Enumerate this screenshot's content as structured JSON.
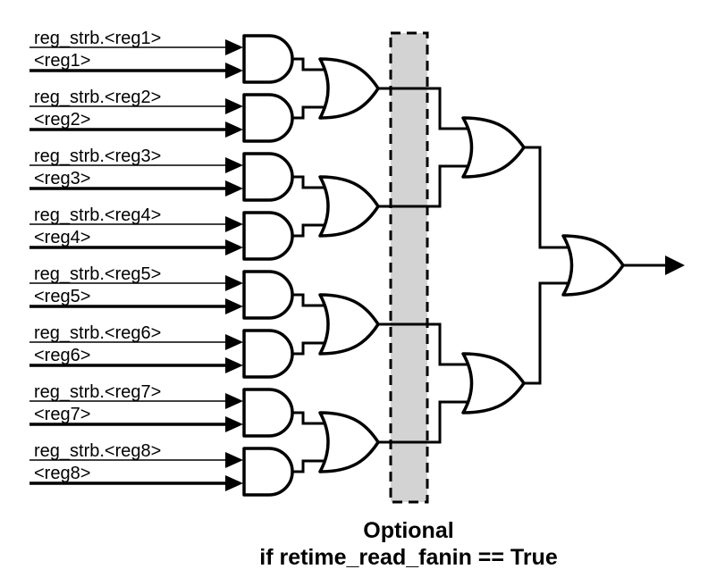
{
  "diagram": {
    "inputs": [
      {
        "strb_label": "reg_strb.<reg1>",
        "reg_label": "<reg1>"
      },
      {
        "strb_label": "reg_strb.<reg2>",
        "reg_label": "<reg2>"
      },
      {
        "strb_label": "reg_strb.<reg3>",
        "reg_label": "<reg3>"
      },
      {
        "strb_label": "reg_strb.<reg4>",
        "reg_label": "<reg4>"
      },
      {
        "strb_label": "reg_strb.<reg5>",
        "reg_label": "<reg5>"
      },
      {
        "strb_label": "reg_strb.<reg6>",
        "reg_label": "<reg6>"
      },
      {
        "strb_label": "reg_strb.<reg7>",
        "reg_label": "<reg7>"
      },
      {
        "strb_label": "reg_strb.<reg8>",
        "reg_label": "<reg8>"
      }
    ],
    "caption": {
      "line1": "Optional",
      "line2": "if retime_read_fanin == True"
    },
    "colors": {
      "wire": "#000000",
      "gate_fill": "#ffffff",
      "optional_box_fill": "#d3d3d3",
      "text": "#000000"
    }
  }
}
